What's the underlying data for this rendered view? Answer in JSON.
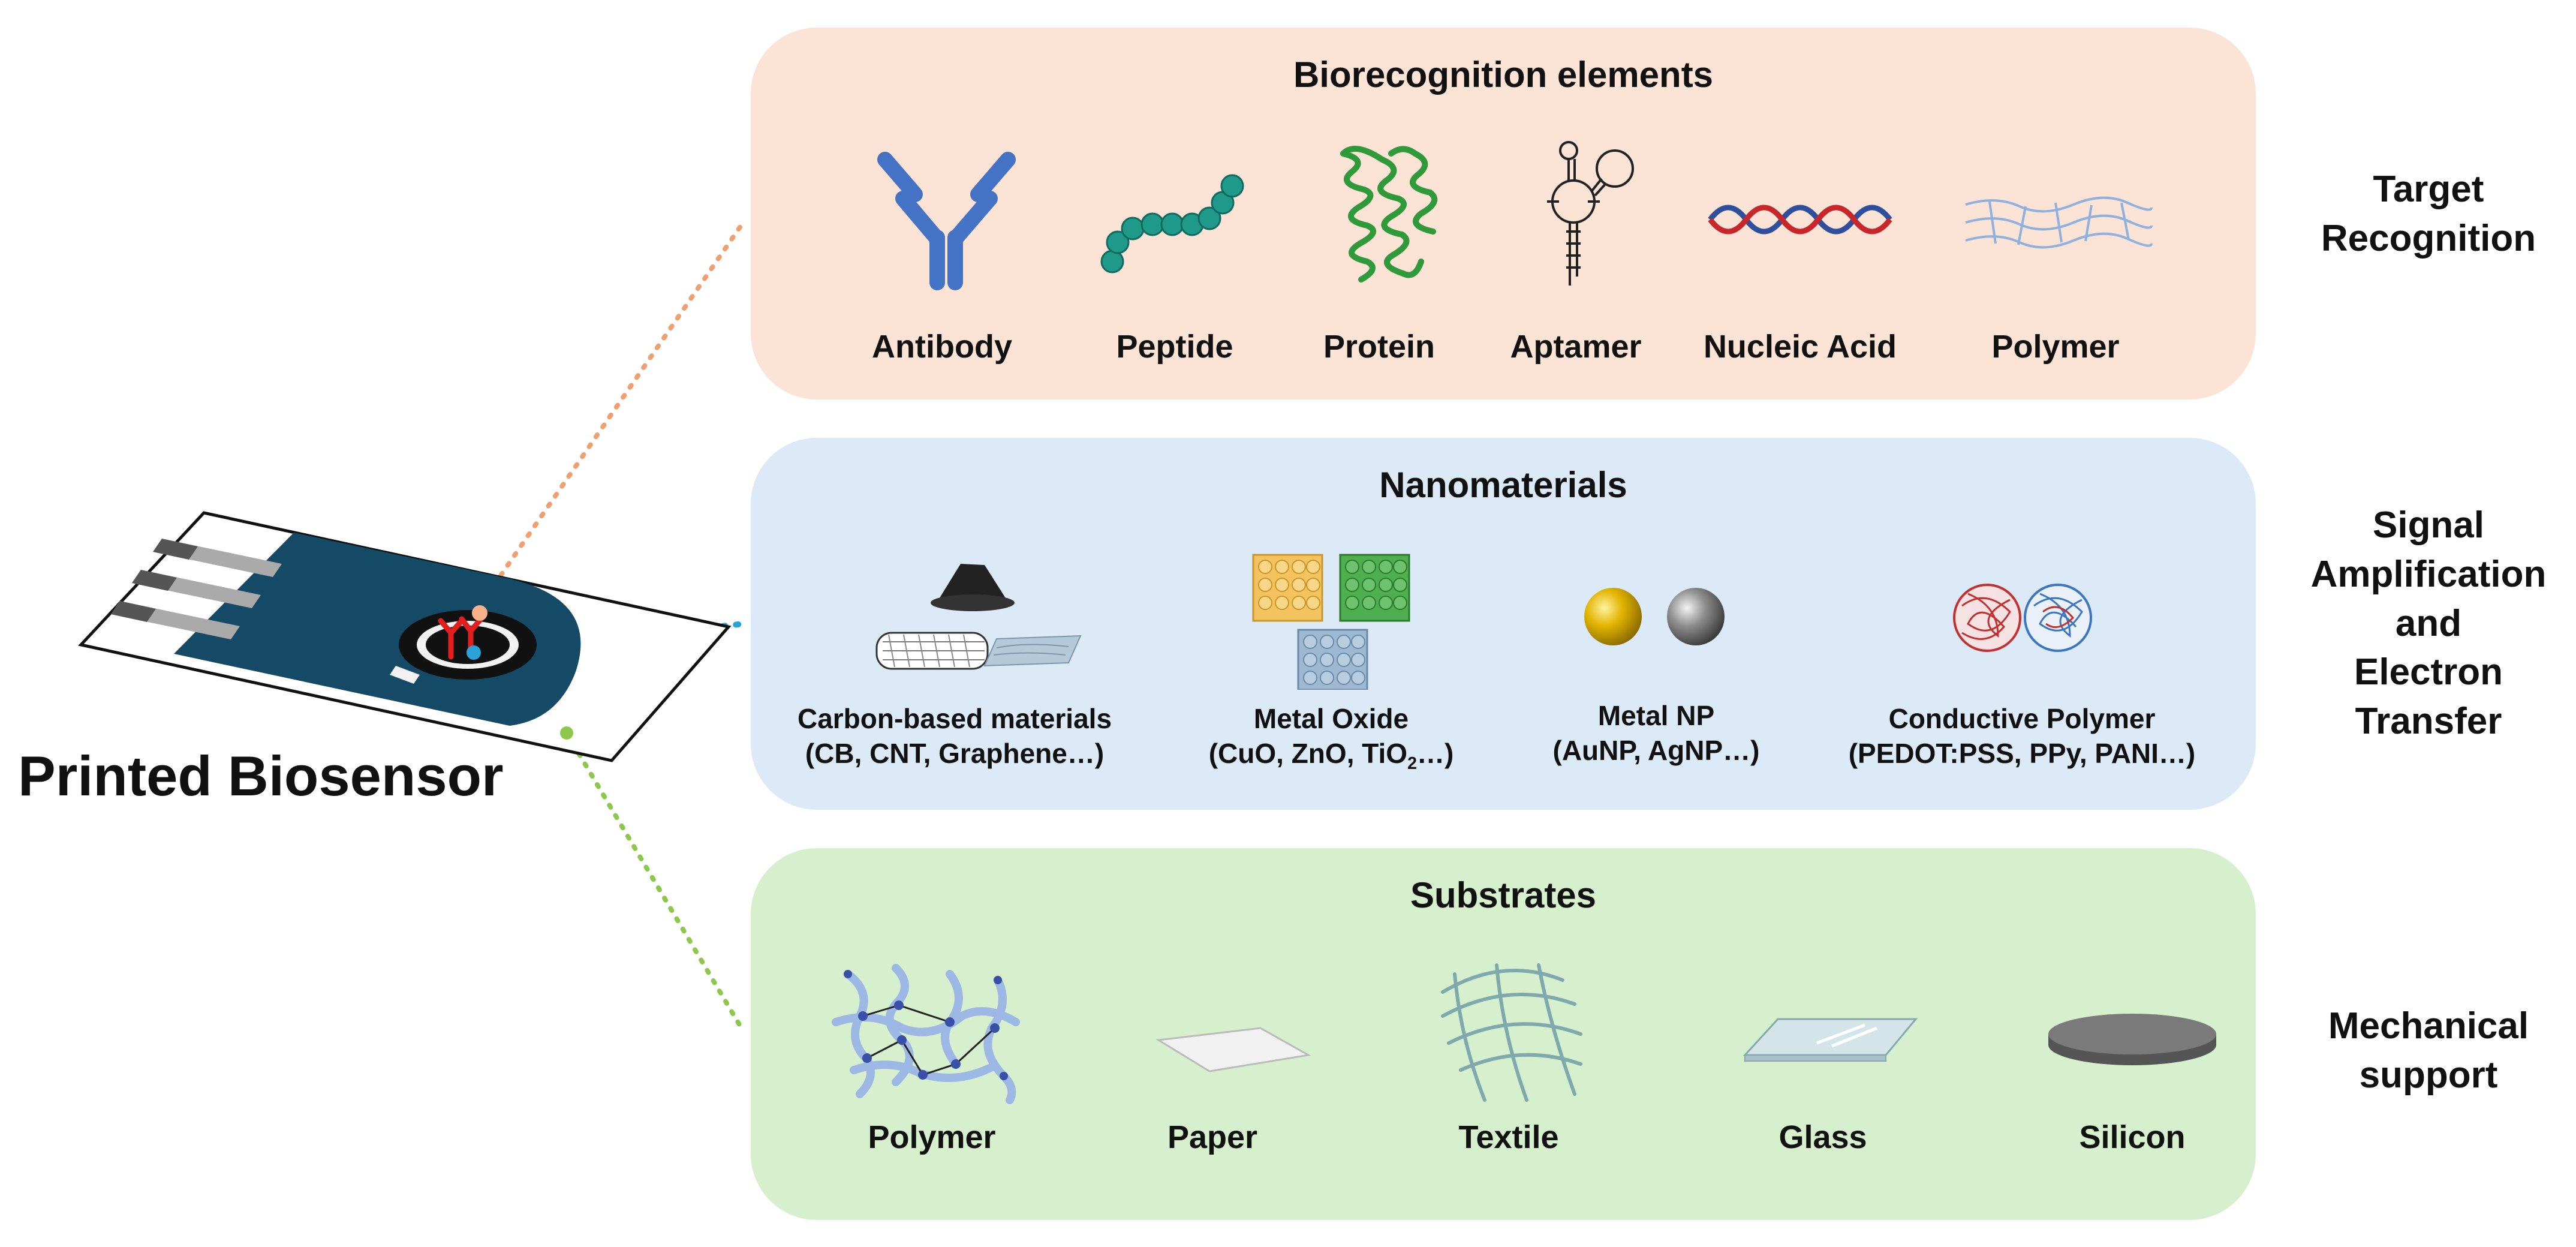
{
  "sensor": {
    "title": "Printed Biosensor"
  },
  "panels": {
    "bio": {
      "title": "Biorecognition elements",
      "items": [
        {
          "label": "Antibody",
          "icon": "antibody-icon"
        },
        {
          "label": "Peptide",
          "icon": "peptide-icon"
        },
        {
          "label": "Protein",
          "icon": "protein-icon"
        },
        {
          "label": "Aptamer",
          "icon": "aptamer-icon"
        },
        {
          "label": "Nucleic Acid",
          "icon": "dna-icon"
        },
        {
          "label": "Polymer",
          "icon": "polymer-net-icon"
        }
      ],
      "role": "Target Recognition",
      "color": "#fbe3d6"
    },
    "nano": {
      "title": "Nanomaterials",
      "items": [
        {
          "name": "Carbon-based materials",
          "examples": "(CB, CNT, Graphene…)",
          "icon": "carbon-materials-icon"
        },
        {
          "name": "Metal Oxide",
          "examples_pre": "(CuO, ZnO, TiO",
          "examples_sub": "2",
          "examples_post": "…)",
          "icon": "metal-oxide-cubes-icon"
        },
        {
          "name": "Metal NP",
          "examples": "(AuNP, AgNP…)",
          "icon": "metal-nanoparticle-icon"
        },
        {
          "name": "Conductive Polymer",
          "examples": "(PEDOT:PSS, PPy, PANI…)",
          "icon": "polymer-coil-icon"
        }
      ],
      "role": "Signal Amplification and Electron Transfer",
      "role_lines": [
        "Signal",
        "Amplification",
        "and",
        "Electron",
        "Transfer"
      ],
      "color": "#dce9f6"
    },
    "sub": {
      "title": "Substrates",
      "items": [
        {
          "label": "Polymer",
          "icon": "polymer-network-icon"
        },
        {
          "label": "Paper",
          "icon": "paper-sheet-icon"
        },
        {
          "label": "Textile",
          "icon": "textile-icon"
        },
        {
          "label": "Glass",
          "icon": "glass-slide-icon"
        },
        {
          "label": "Silicon",
          "icon": "silicon-wafer-icon"
        }
      ],
      "role": "Mechanical support",
      "role_lines": [
        "Mechanical",
        "support"
      ],
      "color": "#d6f0cd"
    }
  },
  "bio_role_lines": [
    "Target",
    "Recognition"
  ]
}
